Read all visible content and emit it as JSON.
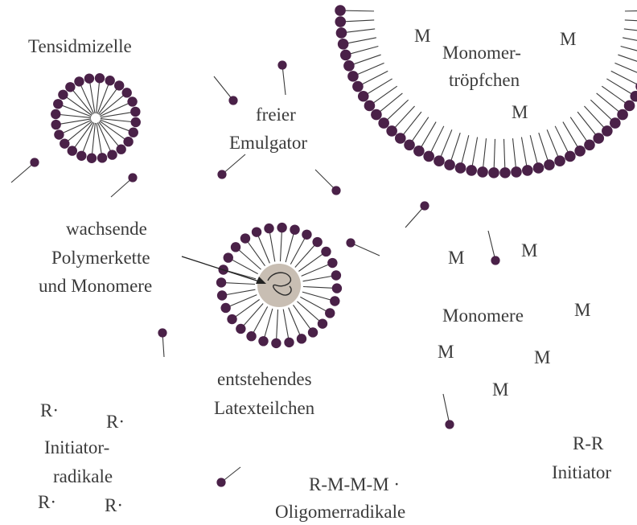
{
  "labels": {
    "tensidmizelle": "Tensidmizelle",
    "freier": "freier",
    "emulgator": "Emulgator",
    "monomer_line1": "Monomer-",
    "monomer_line2": "tröpfchen",
    "wachsende": "wachsende",
    "polymerkette": "Polymerkette",
    "und_monomere": "und Monomere",
    "monomere": "Monomere",
    "entstehendes": "entstehendes",
    "latexteilchen": "Latexteilchen",
    "initiator_line1": "Initiator-",
    "initiator_line2": "radikale",
    "rr": "R-R",
    "initiator": "Initiator",
    "oligomer_formula": "R-M-M-M ·",
    "oligomerradikale": "Oligomerradikale",
    "radical_symbol": "R·",
    "monomer_symbol": "M"
  },
  "colors": {
    "head": "#4a2148",
    "tail": "#3a3a3a",
    "core": "#c8beb3",
    "text": "#3b3b3b"
  }
}
